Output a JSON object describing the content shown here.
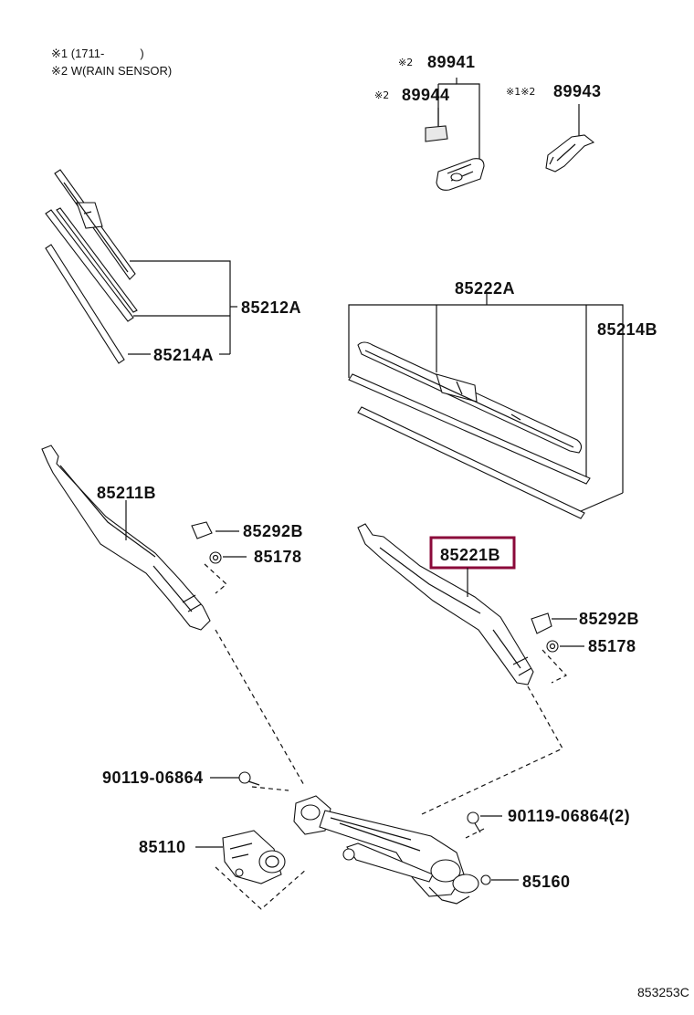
{
  "notes": [
    "※1 (1711-　　　)",
    "※2 W(RAIN SENSOR)"
  ],
  "parts": {
    "p89941": {
      "label": "89941",
      "mark": "※2"
    },
    "p89944": {
      "label": "89944",
      "mark": "※2"
    },
    "p89943": {
      "label": "89943",
      "mark": "※1※2"
    },
    "p85212A": {
      "label": "85212A"
    },
    "p85214A": {
      "label": "85214A"
    },
    "p85222A": {
      "label": "85222A"
    },
    "p85214B": {
      "label": "85214B"
    },
    "p85211B": {
      "label": "85211B"
    },
    "p85292B_left": {
      "label": "85292B"
    },
    "p85178_left": {
      "label": "85178"
    },
    "p85221B": {
      "label": "85221B",
      "highlighted": true,
      "highlight_color": "#8b0a3a"
    },
    "p85292B_right": {
      "label": "85292B"
    },
    "p85178_right": {
      "label": "85178"
    },
    "p90119_left": {
      "label": "90119-06864"
    },
    "p90119_right": {
      "label": "90119-06864(2)"
    },
    "p85110": {
      "label": "85110"
    },
    "p85160": {
      "label": "85160"
    }
  },
  "diagram_code": "853253C"
}
